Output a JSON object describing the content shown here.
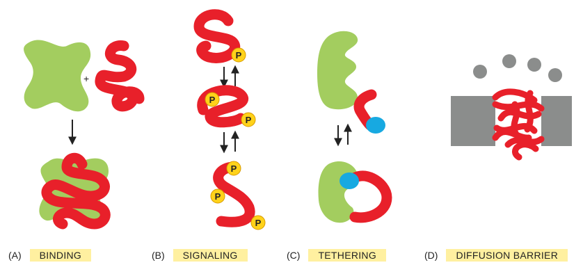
{
  "colors": {
    "protein": "#e8202a",
    "folded": "#a3cd5f",
    "phosphate_fill": "#ffd21a",
    "phosphate_stroke": "#d79a00",
    "ligand": "#17a9e1",
    "membrane": "#8b8d8c",
    "particle": "#8b8d8c",
    "label_highlight": "#fff0a0",
    "arrow": "#222222"
  },
  "symbols": {
    "plus": "+",
    "phosphate": "P"
  },
  "panels": [
    {
      "letter": "(A)",
      "label": "BINDING"
    },
    {
      "letter": "(B)",
      "label": "SIGNALING"
    },
    {
      "letter": "(C)",
      "label": "TETHERING"
    },
    {
      "letter": "(D)",
      "label": "DIFFUSION BARRIER"
    }
  ]
}
